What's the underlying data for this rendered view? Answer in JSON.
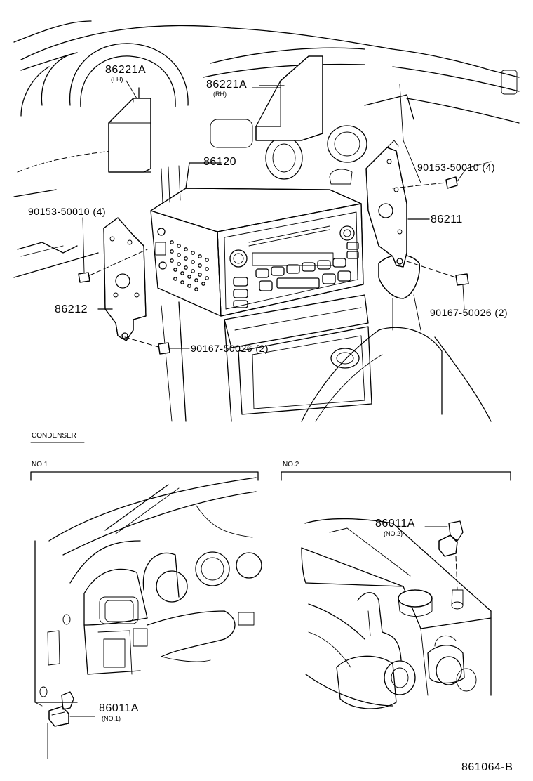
{
  "diagram_code": "861064-B",
  "parts": {
    "bracket_lh": {
      "number": "86221A",
      "note": "(LH)"
    },
    "bracket_rh": {
      "number": "86221A",
      "note": "(RH)"
    },
    "radio_unit": {
      "number": "86120"
    },
    "screw_left": {
      "number": "90153-50010 (4)"
    },
    "screw_right": {
      "number": "90153-50010 (4)"
    },
    "bracket_right": {
      "number": "86211"
    },
    "bracket_left": {
      "number": "86212"
    },
    "bolt_right": {
      "number": "90167-50026 (2)"
    },
    "bolt_left": {
      "number": "90167-50026 (2)"
    }
  },
  "condenser": {
    "title": "CONDENSER",
    "no1": {
      "label": "NO.1",
      "part_number": "86011A",
      "note": "(NO.1)"
    },
    "no2": {
      "label": "NO.2",
      "part_number": "86011A",
      "note": "(NO.2)"
    }
  }
}
